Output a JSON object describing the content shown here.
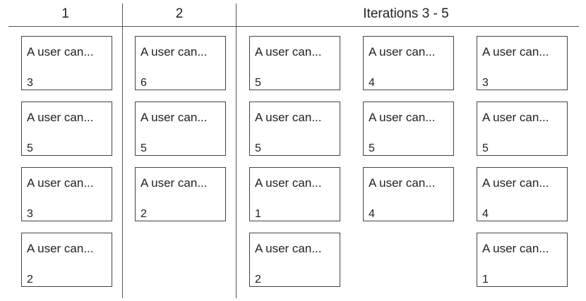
{
  "columns": [
    {
      "title": "1"
    },
    {
      "title": "2"
    },
    {
      "title": "Iterations 3 - 5"
    }
  ],
  "cards": [
    {
      "title": "A user can...",
      "points": "3"
    },
    {
      "title": "A user can...",
      "points": "5"
    },
    {
      "title": "A user can...",
      "points": "3"
    },
    {
      "title": "A user can...",
      "points": "2"
    },
    {
      "title": "A user can...",
      "points": "6"
    },
    {
      "title": "A user can...",
      "points": "5"
    },
    {
      "title": "A user can...",
      "points": "2"
    },
    {
      "title": "A user can...",
      "points": "5"
    },
    {
      "title": "A user can...",
      "points": "5"
    },
    {
      "title": "A user can...",
      "points": "1"
    },
    {
      "title": "A user can...",
      "points": "2"
    },
    {
      "title": "A user can...",
      "points": "4"
    },
    {
      "title": "A user can...",
      "points": "5"
    },
    {
      "title": "A user can...",
      "points": "4"
    },
    {
      "title": "A user can...",
      "points": "3"
    },
    {
      "title": "A user can...",
      "points": "5"
    },
    {
      "title": "A user can...",
      "points": "4"
    },
    {
      "title": "A user can...",
      "points": "1"
    }
  ]
}
